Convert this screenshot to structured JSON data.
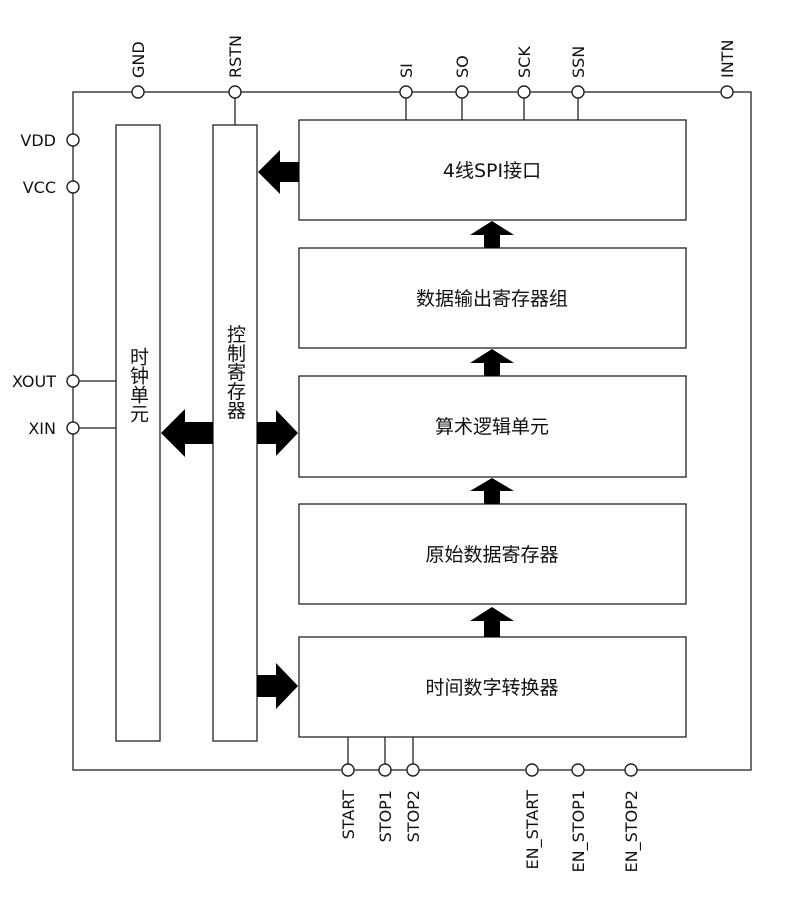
{
  "pins": {
    "top": [
      "GND",
      "RSTN",
      "SI",
      "SO",
      "SCK",
      "SSN",
      "INTN"
    ],
    "left": [
      "VDD",
      "VCC",
      "XOUT",
      "XIN"
    ],
    "bottom": [
      "START",
      "STOP1",
      "STOP2",
      "EN_START",
      "EN_STOP1",
      "EN_STOP2"
    ]
  },
  "blocks": {
    "clock_unit": "时钟单元",
    "control_register": "控制寄存器",
    "spi_interface": "4线SPI接口",
    "data_output_registers": "数据输出寄存器组",
    "alu": "算术逻辑单元",
    "raw_data_register": "原始数据寄存器",
    "tdc": "时间数字转换器"
  }
}
